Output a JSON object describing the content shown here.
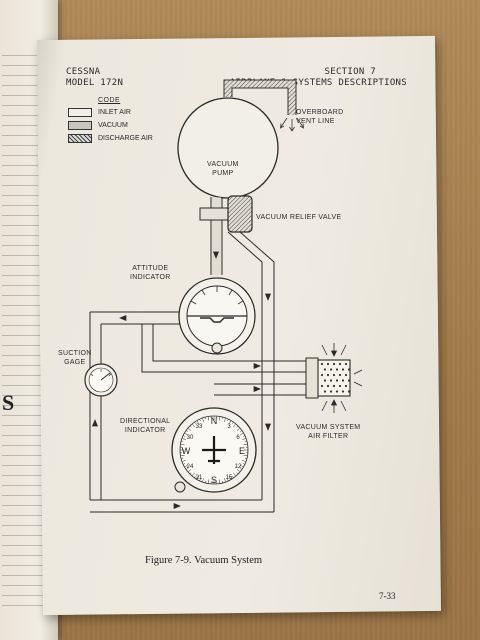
{
  "header": {
    "left_line1": "CESSNA",
    "left_line2": "MODEL 172N",
    "right_line1": "SECTION 7",
    "right_line2": "AIRPLANE & SYSTEMS DESCRIPTIONS"
  },
  "legend": {
    "title": "CODE",
    "items": [
      "INLET AIR",
      "VACUUM",
      "DISCHARGE AIR"
    ]
  },
  "labels": {
    "overboard_1": "OVERBOARD",
    "overboard_2": "VENT LINE",
    "pump_1": "VACUUM",
    "pump_2": "PUMP",
    "relief": "VACUUM RELIEF VALVE",
    "attitude_1": "ATTITUDE",
    "attitude_2": "INDICATOR",
    "suction_1": "SUCTION",
    "suction_2": "GAGE",
    "directional_1": "DIRECTIONAL",
    "directional_2": "INDICATOR",
    "filter_1": "VACUUM SYSTEM",
    "filter_2": "AIR FILTER"
  },
  "compass": {
    "cardinals": [
      "N",
      "E",
      "S",
      "W"
    ],
    "numbers": [
      "3",
      "6",
      "12",
      "15",
      "21",
      "24",
      "30",
      "33"
    ]
  },
  "caption": "Figure 7-9.  Vacuum System",
  "page_number": "7-33",
  "left_page": {
    "heading": "S"
  },
  "colors": {
    "paper": "#efebe2",
    "ink": "#2a2a2a",
    "cardboard": "#a8814f"
  }
}
